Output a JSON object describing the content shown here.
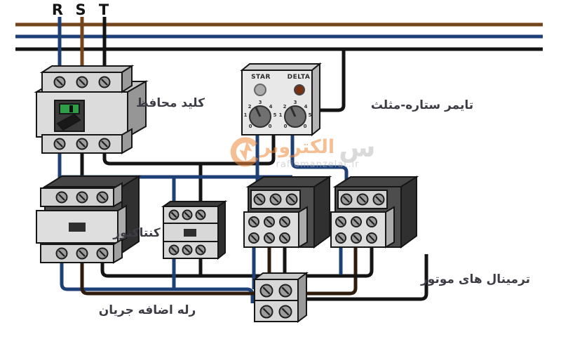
{
  "phases": {
    "r": "R",
    "s": "S",
    "t": "T"
  },
  "labels": {
    "breaker": "کلید محافظ",
    "timer": "تایمر ستاره-مثلث",
    "contactor": "کنتاکتور",
    "overload_relay": "رله اضافه جریان",
    "motor_terminals": "ترمینال های موتور"
  },
  "timer_panel": {
    "star": "STAR",
    "delta": "DELTA",
    "dial_ticks": [
      "1",
      "2",
      "3",
      "4",
      "5",
      "0",
      "0"
    ]
  },
  "watermark": {
    "brand": "الکتروبر",
    "letter": "س",
    "url": "rafiemanzelat.ir"
  },
  "colors": {
    "wire_blue": "#1f4076",
    "wire_brown": "#74451c",
    "wire_dark_brown": "#2f1b0c",
    "wire_black": "#141414",
    "watermark_orange": "#f08a3c",
    "label_text": "#3c3c44",
    "body_light": "#dcdcdc",
    "body_dark": "#4d4d4d",
    "led_star": "#ababab",
    "led_delta": "#773012",
    "toggle_green": "#2f9e49"
  }
}
